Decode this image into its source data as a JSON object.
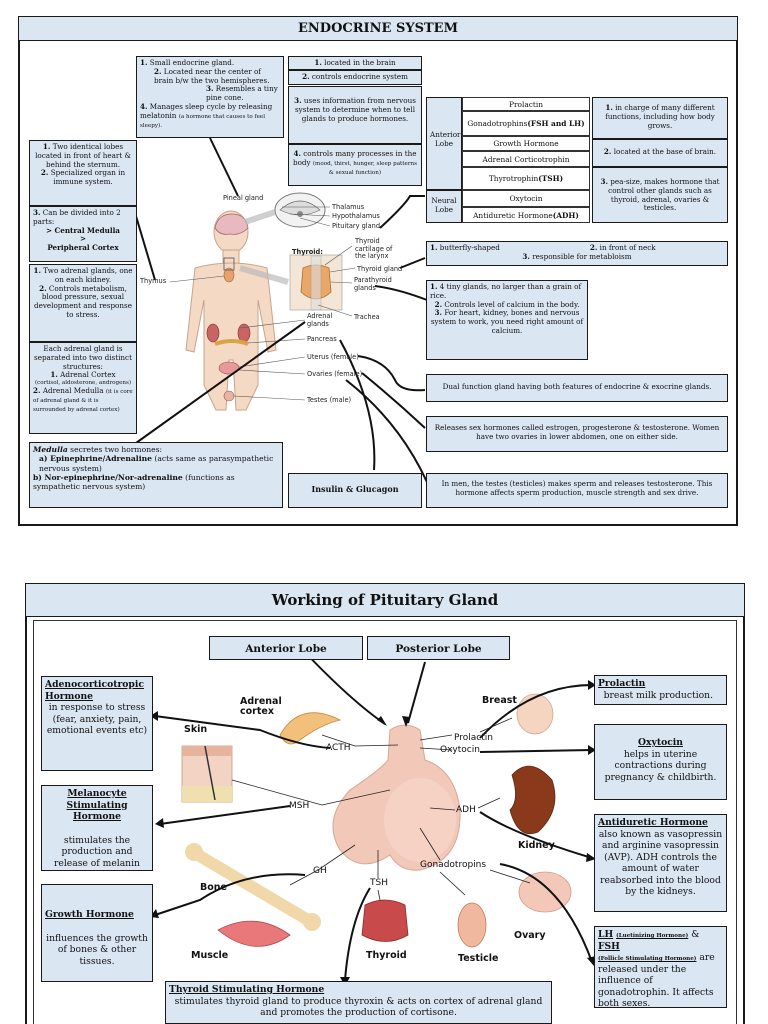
{
  "endocrine": {
    "title": "ENDOCRINE SYSTEM",
    "pineal": {
      "l1_num": "1.",
      "l1": " Small endocrine gland.",
      "l2_num": "2.",
      "l2": " Located near the center of brain b/w the  two hemispheres.",
      "l3_num": "3.",
      "l3": " Resembles a tiny pine cone.",
      "l4_num": "4.",
      "l4": " Manages sleep cycle by releasing melatonin ",
      "l4_small": "(a hormone that causes to feel sleepy)."
    },
    "thymus": {
      "l1_num": "1.",
      "l1": " Two identical lobes located in front of heart & behind the sternum.",
      "l2_num": "2.",
      "l2": " Specialized organ in immune system.",
      "l3_num": "3.",
      "l3": " Can be divided into 2 parts:",
      "l3a": "> Central Medulla",
      "l3b": ">",
      "l3c": "Peripheral Cortex"
    },
    "adrenal": {
      "l1_num": "1.",
      "l1": " Two adrenal glands, one on each kidney.",
      "l2_num": "2.",
      "l2": " Controls metabolism, blood pressure, sexual development and response to stress.",
      "l3": "Each adrenal gland is separated into two distinct structures:",
      "l3a_num": "1.",
      "l3a": " Adrenal Cortex",
      "l3a_small": "(cortisol, aldosterone, androgens)",
      "l3b_num": "2.",
      "l3b": "Adrenal Medulla ",
      "l3b_small": "(it is core of adrenal gland & it is surrounded by adrenal cortex)"
    },
    "medulla": {
      "l1_b": "Medulla",
      "l1": " secretes two hormones:",
      "l2_b": "a) Epinephrine/Adrenaline",
      "l2": " (acts same as parasympathetic nervous system)",
      "l3_b": "b) Nor-epinephrine/Nor-adrenaline",
      "l3": " (functions as sympathetic nervous system)"
    },
    "hypothalamus": {
      "l1_num": "1.",
      "l1": " located in the brain",
      "l2_num": "2.",
      "l2": " controls endocrine system",
      "l3_num": "3.",
      "l3": " uses information from nervous system to determine when to tell glands to produce hormones.",
      "l4_num": "4.",
      "l4": " controls many processes in the body ",
      "l4_small": "(mood, thirst, hunger, sleep patterns & sexual function)"
    },
    "pituitary_table": {
      "anterior_label": "Anterior Lobe",
      "neural_label": "Neural Lobe",
      "prolactin": "Prolactin",
      "gonado": "Gonadotrophins ",
      "gonado_b": "(FSH and LH)",
      "growth": "Growth Hormone",
      "adrenal_cort": "Adrenal Corticotrophin",
      "thyro": "Thyrotrophin ",
      "thyro_b": "(TSH)",
      "oxytocin": "Oxytocin",
      "adh": "Antiduretic Hormone ",
      "adh_b": "(ADH)"
    },
    "pituitary_info": {
      "l1_num": "1.",
      "l1": " in charge of many different functions, including how body grows.",
      "l2_num": "2.",
      "l2": " located at the base of brain.",
      "l3_num": "3.",
      "l3": " pea-size, makes hormone that control other glands such as thyroid, adrenal, ovaries & testicles."
    },
    "thyroid_box": {
      "l1_num": "1.",
      "l1": " butterfly-shaped",
      "l2_num": "2.",
      "l2": " in front of neck",
      "l3_num": "3.",
      "l3": " responsible for metabloism"
    },
    "parathyroid_box": {
      "l1_num": "1.",
      "l1": " 4 tiny glands, no larger than a grain of rice.",
      "l2_num": "2.",
      "l2": " Controls level of calcium in the body.",
      "l3_num": "3.",
      "l3": " For heart, kidney, bones and nervous system to work, you need right amount of calcium."
    },
    "pancreas_box": "Dual function gland having both features of endocrine & exocrine glands.",
    "ovaries_box": "Releases sex hormones called estrogen, progesterone & testosterone. Women have two ovaries in lower abdomen, one on either side.",
    "testes_box": "In men, the testes (testicles) makes sperm and releases testosterone. This hormone affects sperm production, muscle strength and sex drive.",
    "insulin_box": "Insulin & Glucagon",
    "diagram_labels": {
      "pineal": "Pineal gland",
      "thalamus": "Thalamus",
      "hypothalamus": "Hypothalamus",
      "pituitary": "Pituitary gland",
      "thyroid_title": "Thyroid:",
      "thyroid_cart": "Thyroid cartilage of the larynx",
      "thyroid_gland": "Thyroid gland",
      "parathyroid": "Parathyroid glands",
      "trachea": "Trachea",
      "thymus": "Thymus",
      "adrenal": "Adrenal glands",
      "pancreas": "Pancreas",
      "uterus": "Uterus (female)",
      "ovaries": "Ovaries (female)",
      "testes": "Testes (male)"
    }
  },
  "pituitary": {
    "title": "Working of Pituitary Gland",
    "anterior": "Anterior Lobe",
    "posterior": "Posterior Lobe",
    "acth_title": "Adenocorticotropic Hormone",
    "acth_body": "in response to stress (fear, anxiety, pain, emotional events etc)",
    "msh_title": "Melanocyte Stimulating Hormone",
    "msh_body": "stimulates the production and release of melanin",
    "gh_title": "Growth Hormone",
    "gh_body": "influences the growth of bones & other tissues.",
    "tsh_title": "Thyroid Stimulating Hormone",
    "tsh_body": "stimulates thyroid gland to produce thyroxin & acts on cortex of adrenal gland and promotes the production of cortisone.",
    "prolactin_title": "Prolactin",
    "prolactin_body": "breast milk production.",
    "oxytocin_title": "Oxytocin",
    "oxytocin_body": "helps in uterine contractions during pregnancy & childbirth.",
    "adh_title": "Antiduretic Hormone",
    "adh_body": "also known as vasopressin and arginine vasopressin (AVP). ADH controls the amount of water reabsorbed into the blood by  the kidneys.",
    "lh_title": "LH",
    "lh_small1": "(Luetinizing Hormone)",
    "lh_amp": " & ",
    "fsh_title": "FSH",
    "lh_small2": "(Follicle Stimulating Hormone)",
    "lh_body": " are released under the influence of gonadotrophin. It affects both sexes.",
    "labels": {
      "adrenal_cortex": "Adrenal cortex",
      "skin": "Skin",
      "bone": "Bone",
      "muscle": "Muscle",
      "thyroid": "Thyroid",
      "testicle": "Testicle",
      "ovary": "Ovary",
      "kidney": "Kidney",
      "breast": "Breast",
      "acth": "ACTH",
      "msh": "MSH",
      "gh": "GH",
      "tsh": "TSH",
      "prolactin": "Prolactin",
      "oxytocin": "Oxytocin",
      "adh": "ADH",
      "gonadotropins": "Gonadotropins"
    }
  }
}
